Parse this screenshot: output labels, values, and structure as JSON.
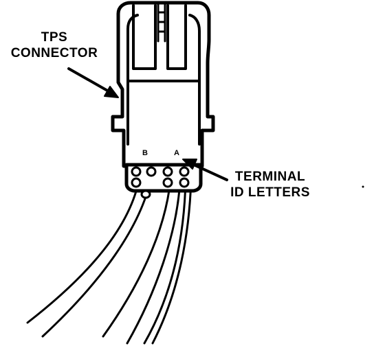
{
  "labels": {
    "connector_line1": "TPS",
    "connector_line2": "CONNECTOR",
    "terminal_line1": "TERMINAL",
    "terminal_line2": "ID LETTERS"
  },
  "terminals": {
    "b": "B",
    "a": "A"
  },
  "colors": {
    "ink": "#000000",
    "paper": "#ffffff"
  }
}
